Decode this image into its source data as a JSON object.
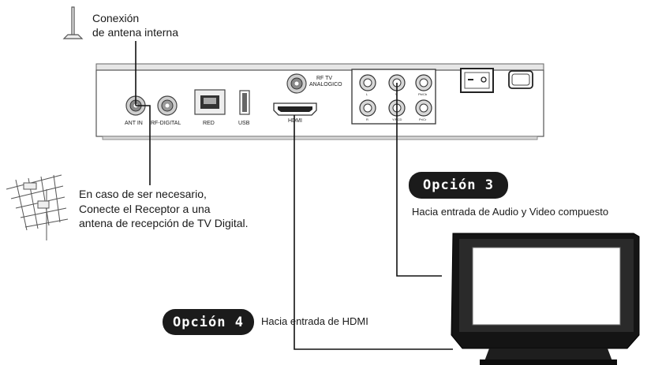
{
  "antenna_internal": {
    "line1": "Conexión",
    "line2": "de antena interna"
  },
  "external_antenna_note": {
    "line1": "En caso de ser necesario,",
    "line2": "Conecte el Receptor a una",
    "line3": "antena de recepción de TV Digital."
  },
  "ports": {
    "ant_in": "ANT IN",
    "rf_digital": "RF-DIGITAL",
    "red": "RED",
    "usb": "USB",
    "hdmi": "HDMI",
    "rf_tv_line1": "RF TV",
    "rf_tv_line2": "ANALOGICO",
    "rca_l": "L",
    "rca_v": "V",
    "rca_pb": "Pb/Cb",
    "rca_r": "R",
    "rca_y": "Y/RCD",
    "rca_pr": "Pr/Cr"
  },
  "option3": {
    "badge": "Opción 3",
    "text": "Hacia entrada de Audio y Video compuesto"
  },
  "option4": {
    "badge": "Opción 4",
    "text": "Hacia entrada de HDMI"
  }
}
